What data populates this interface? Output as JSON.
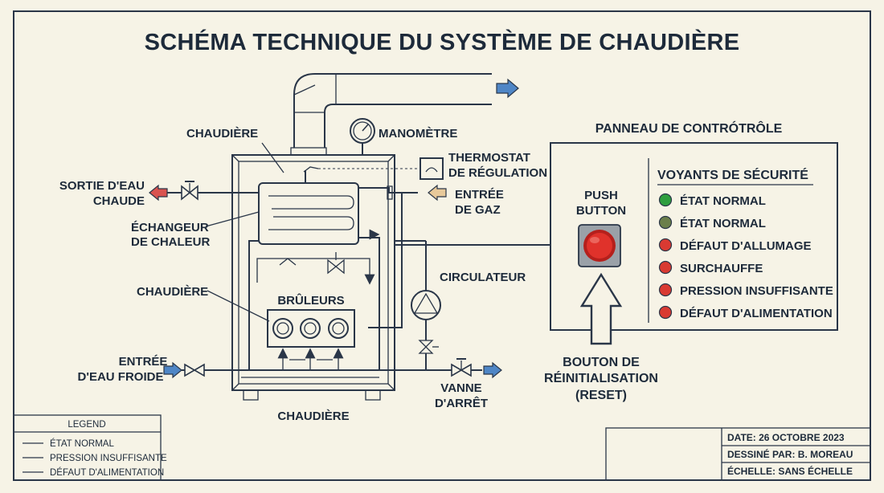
{
  "title": "SCHÉMA TECHNIQUE DU SYSTÈME DE CHAUDIÈRE",
  "labels": {
    "chaudiere_top": "CHAUDIÈRE",
    "manometre": "MANOMÈTRE",
    "thermostat_line1": "THERMOSTAT",
    "thermostat_line2": "DE RÉGULATION",
    "sortie_line1": "SORTIE D'EAU",
    "sortie_line2": "CHAUDE",
    "entree_gaz_line1": "ENTRÉE",
    "entree_gaz_line2": "DE GAZ",
    "echangeur_line1": "ÉCHANGEUR",
    "echangeur_line2": "DE CHALEUR",
    "chaudiere_mid": "CHAUDIÈRE",
    "bruleurs": "BRÛLEURS",
    "circulateur": "CIRCULATEUR",
    "entree_froide_line1": "ENTRÉE",
    "entree_froide_line2": "D'EAU FROIDE",
    "vanne_line1": "VANNE",
    "vanne_line2": "D'ARRÊT",
    "chaudiere_bottom": "CHAUDIÈRE"
  },
  "control_panel": {
    "title": "PANNEAU DE CONTRÓTRÔLE",
    "push_line1": "PUSH",
    "push_line2": "BUTTON",
    "reset_line1": "BOUTON DE",
    "reset_line2": "RÉINITIALISATION",
    "reset_line3": "(RESET)",
    "voyants_title": "VOYANTS DE SÉCURITÉ",
    "voyants": [
      {
        "label": "ÉTAT NORMAL",
        "color": "#2e9e3e"
      },
      {
        "label": "ÉTAT NORMAL",
        "color": "#6b7f4a"
      },
      {
        "label": "DÉFAUT D'ALLUMAGE",
        "color": "#d93a32"
      },
      {
        "label": "SURCHAUFFE",
        "color": "#d93a32"
      },
      {
        "label": "PRESSION INSUFFISANTE",
        "color": "#d93a32"
      },
      {
        "label": "DÉFAUT D'ALIMENTATION",
        "color": "#d93a32"
      }
    ]
  },
  "legend": {
    "title": "LEGEND",
    "items": [
      "ÉTAT NORMAL",
      "PRESSION INSUFFISANTE",
      "DÉFAUT D'ALIMENTATION"
    ]
  },
  "title_block": {
    "date": "DATE:  26 OCTOBRE 2023",
    "dessine": "DESSINÉ PAR: B. MOREAU",
    "echelle": "ÉCHELLE: SANS ÉCHELLE"
  },
  "colors": {
    "line": "#2a3648",
    "arrow_blue": "#4f86c6",
    "arrow_red": "#d9534f",
    "arrow_gas": "#e8c99a",
    "button_red": "#e0322b",
    "background": "#f6f3e6"
  }
}
